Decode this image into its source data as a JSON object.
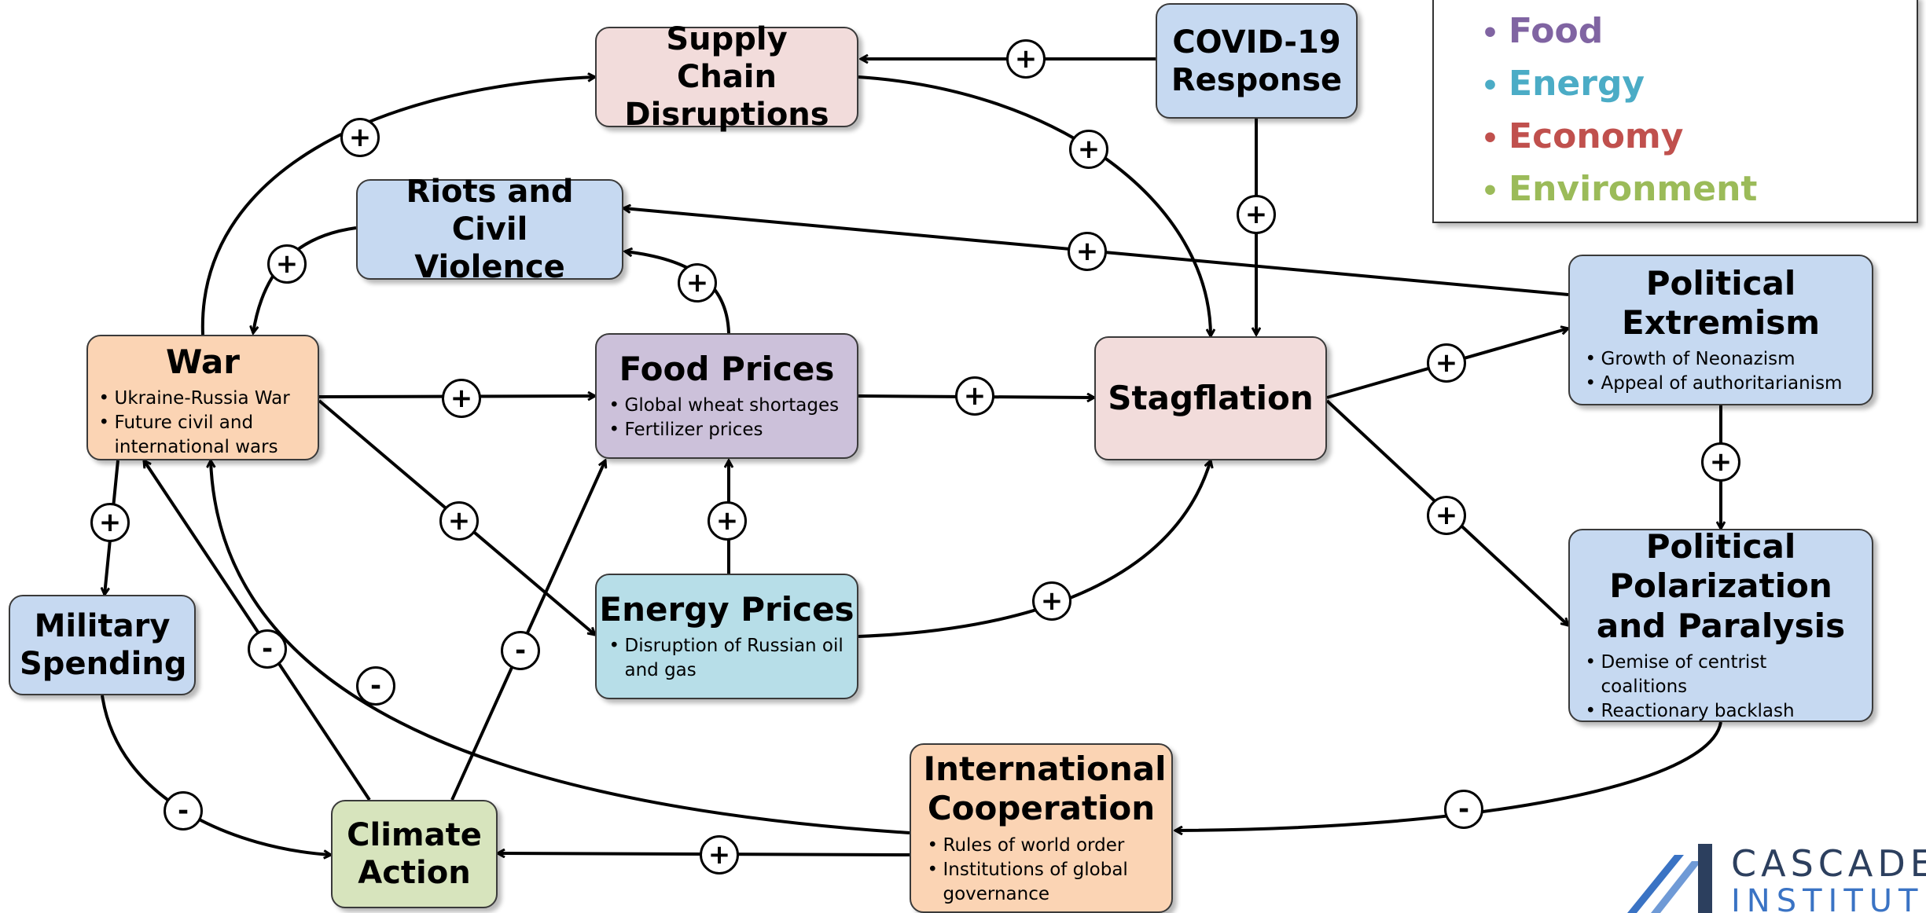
{
  "colors": {
    "blue": "#c6d9f1",
    "orange": "#fbd4b4",
    "pink": "#f2dcdb",
    "purple": "#ccc1da",
    "cyan": "#b7dee8",
    "green": "#d7e4bd",
    "line": "#000000"
  },
  "nodes": {
    "supply": {
      "title": "Supply Chain Disruptions",
      "bullets": []
    },
    "covid": {
      "title": "COVID-19 Response",
      "bullets": []
    },
    "riots": {
      "title": "Riots and Civil Violence",
      "bullets": []
    },
    "war": {
      "title": "War",
      "bullets": [
        "Ukraine-Russia War",
        "Future civil and international wars"
      ]
    },
    "food": {
      "title": "Food Prices",
      "bullets": [
        "Global wheat shortages",
        "Fertilizer prices"
      ]
    },
    "stagflation": {
      "title": "Stagflation",
      "bullets": []
    },
    "extremism": {
      "title": "Political Extremism",
      "bullets": [
        "Growth of Neonazism",
        "Appeal of authoritarianism"
      ]
    },
    "military": {
      "title": "Military Spending",
      "bullets": []
    },
    "energy": {
      "title": "Energy Prices",
      "bullets": [
        "Disruption of Russian oil and gas"
      ]
    },
    "polarization": {
      "title": "Political Polarization and Paralysis",
      "bullets": [
        "Demise of centrist coalitions",
        "Reactionary backlash"
      ]
    },
    "coop": {
      "title": "International Cooperation",
      "bullets": [
        "Rules of world order",
        "Institutions of global governance"
      ]
    },
    "climate": {
      "title": "Climate Action",
      "bullets": []
    }
  },
  "links": [
    {
      "from": "covid",
      "to": "supply",
      "sign": "+"
    },
    {
      "from": "war",
      "to": "supply",
      "sign": "+"
    },
    {
      "from": "supply",
      "to": "stagflation",
      "sign": "+"
    },
    {
      "from": "covid",
      "to": "stagflation",
      "sign": "+"
    },
    {
      "from": "extremism",
      "to": "riots",
      "sign": "+"
    },
    {
      "from": "riots",
      "to": "war",
      "sign": "+"
    },
    {
      "from": "food",
      "to": "riots",
      "sign": "+"
    },
    {
      "from": "war",
      "to": "food",
      "sign": "+"
    },
    {
      "from": "food",
      "to": "stagflation",
      "sign": "+"
    },
    {
      "from": "stagflation",
      "to": "extremism",
      "sign": "+"
    },
    {
      "from": "war",
      "to": "energy",
      "sign": "+"
    },
    {
      "from": "energy",
      "to": "food",
      "sign": "+"
    },
    {
      "from": "energy",
      "to": "stagflation",
      "sign": "+"
    },
    {
      "from": "stagflation",
      "to": "polarization",
      "sign": "+"
    },
    {
      "from": "extremism",
      "to": "polarization",
      "sign": "+"
    },
    {
      "from": "war",
      "to": "military",
      "sign": "+"
    },
    {
      "from": "climate",
      "to": "war",
      "sign": "-"
    },
    {
      "from": "climate",
      "to": "food",
      "sign": "-"
    },
    {
      "from": "coop",
      "to": "war",
      "sign": "-"
    },
    {
      "from": "military",
      "to": "climate",
      "sign": "-"
    },
    {
      "from": "polarization",
      "to": "coop",
      "sign": "-"
    },
    {
      "from": "coop",
      "to": "climate",
      "sign": "+"
    }
  ],
  "legend": {
    "items": [
      {
        "label": "Food",
        "color": "#8064a2"
      },
      {
        "label": "Energy",
        "color": "#4bacc6"
      },
      {
        "label": "Economy",
        "color": "#c0504d"
      },
      {
        "label": "Environment",
        "color": "#9bbb59"
      }
    ]
  },
  "logo": {
    "name": "CASCADE",
    "sub": "INSTITUTE"
  }
}
